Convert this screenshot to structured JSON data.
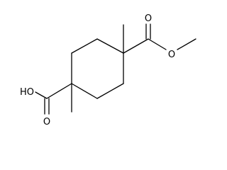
{
  "molecule": {
    "atoms": {
      "methyl_ester_o": "O",
      "carbonyl_o_ester": "O",
      "hydroxyl": "HO",
      "carbonyl_o_acid": "O"
    }
  }
}
